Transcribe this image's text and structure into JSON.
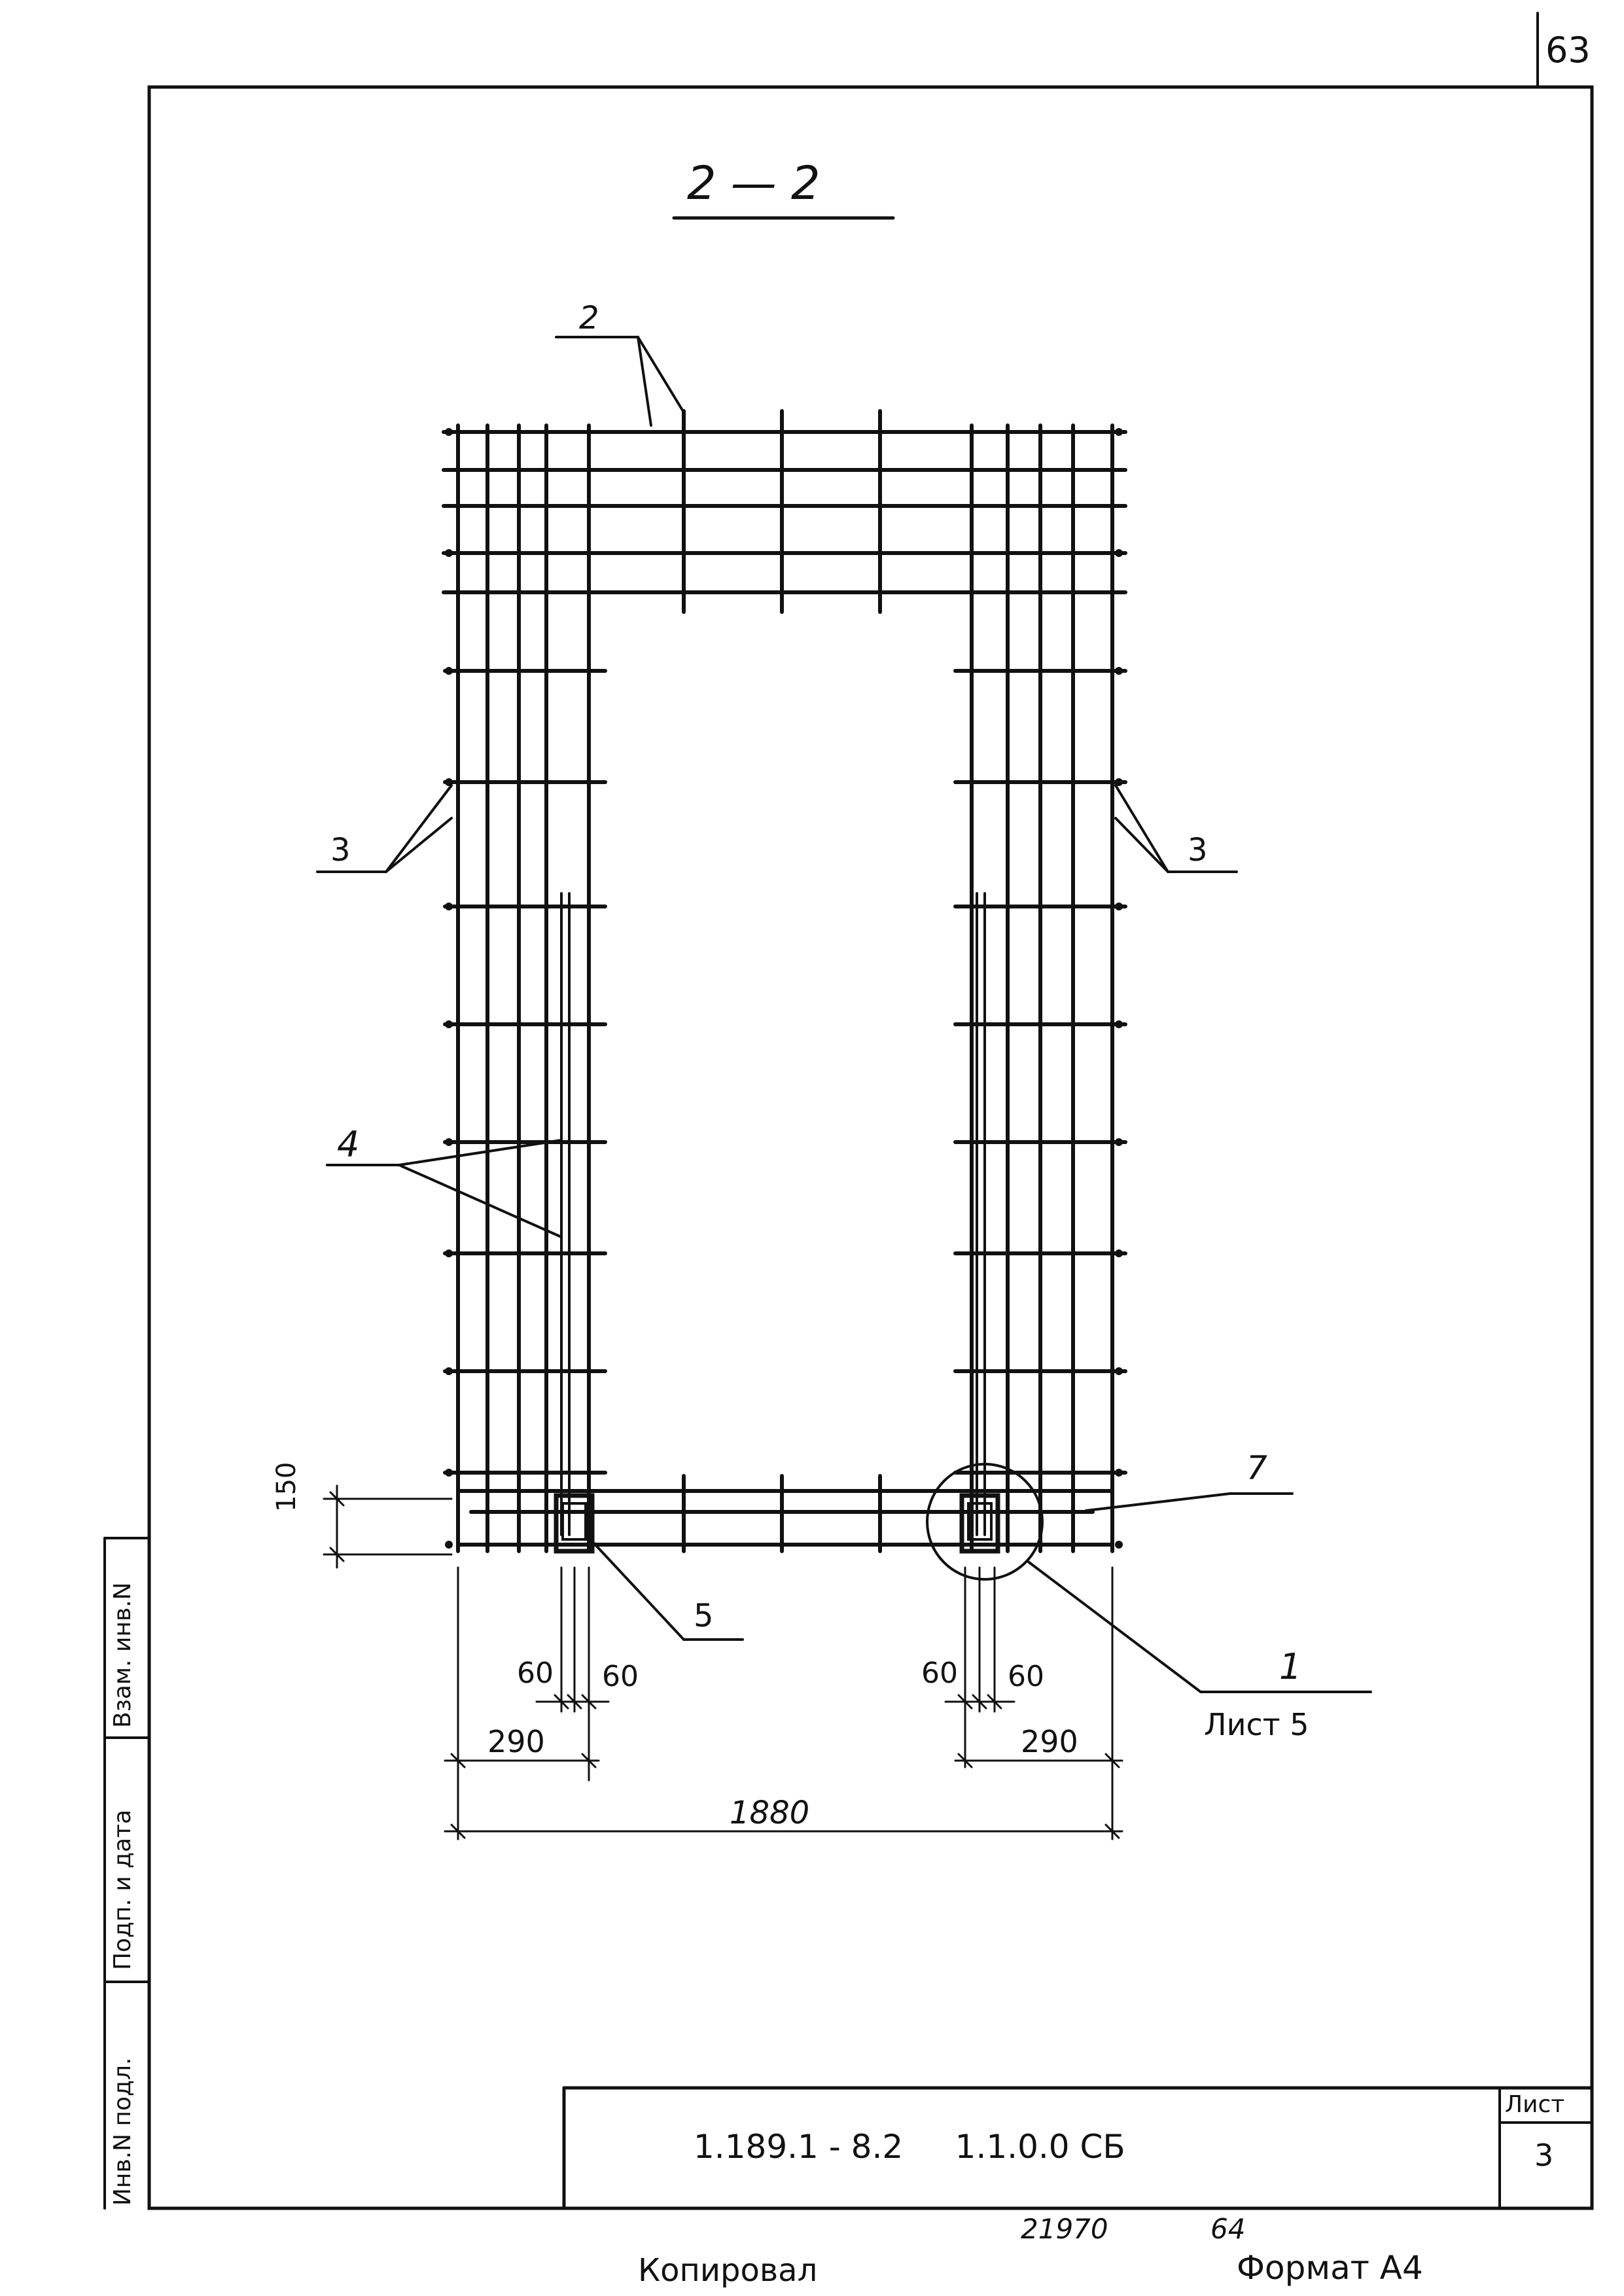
{
  "page_number": "63",
  "section_title": "2 — 2",
  "leaders": {
    "top": "2",
    "left": "3",
    "right": "3",
    "inner": "4",
    "right_bottom": "7",
    "node": "5",
    "detail": "1",
    "detail_ref": "Лист 5"
  },
  "dimensions": {
    "d150": "150",
    "d60_l1": "60",
    "d60_l2": "60",
    "d60_r1": "60",
    "d60_r2": "60",
    "d290_l": "290",
    "d290_r": "290",
    "d1880": "1880"
  },
  "side_stamp": {
    "cell1": "Инв.N подл.",
    "cell2": "Подп. и дата",
    "cell3": "Взам. инв.N"
  },
  "title_block": {
    "designation": "1.189.1 - 8.2     1.1.0.0 СБ",
    "sheet_label": "Лист",
    "sheet_number": "3"
  },
  "footer": {
    "archive_no": "21970",
    "archive_page": "64",
    "copied": "Копировал",
    "format": "Формат А4"
  }
}
